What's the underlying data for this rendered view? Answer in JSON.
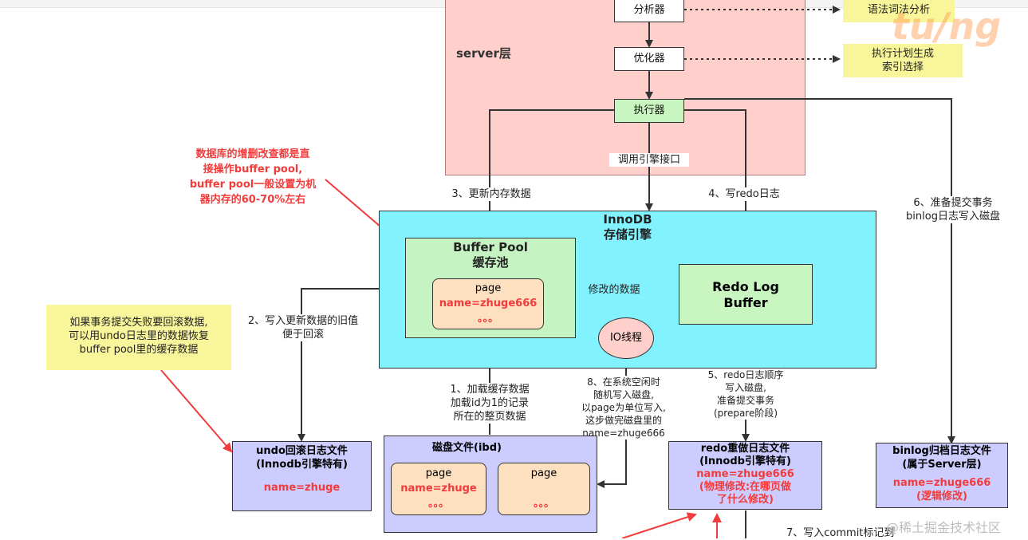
{
  "server": {
    "title": "server层",
    "analyzer": "分析器",
    "optimizer": "优化器",
    "executor": "执行器",
    "note_parse": "语法词法分析",
    "note_plan": [
      "执行计划生成",
      "索引选择"
    ],
    "call_engine": "调用引擎接口"
  },
  "notes": {
    "buffer_pool_note": [
      "数据库的增删改查都是直",
      "接操作buffer pool,",
      "buffer pool一般设置为机",
      "器内存的60-70%左右"
    ],
    "rollback_note": [
      "如果事务提交失败要回滚数据,",
      "可以用undo日志里的数据恢复",
      "buffer pool里的缓存数据"
    ]
  },
  "steps": {
    "s1": [
      "1、加载缓存数据",
      "加载id为1的记录",
      "所在的整页数据"
    ],
    "s2": [
      "2、写入更新数据的旧值",
      "便于回滚"
    ],
    "s3": "3、更新内存数据",
    "s4": "4、写redo日志",
    "s5": [
      "5、redo日志顺序",
      "写入磁盘,",
      "准备提交事务",
      "(prepare阶段)"
    ],
    "s6": [
      "6、准备提交事务",
      "binlog日志写入磁盘"
    ],
    "s7": "7、写入commit标记到",
    "s8": [
      "8、在系统空闲时",
      "随机写入磁盘,",
      "以page为单位写入,",
      "这步做完磁盘里的",
      "name=zhuge666"
    ]
  },
  "innodb": {
    "title": [
      "InnoDB",
      "存储引擎"
    ],
    "buffer_pool_title": [
      "Buffer Pool",
      "缓存池"
    ],
    "page_label": "page",
    "page_value": "name=zhuge666",
    "page_dots": "。。。",
    "modified_data": "修改的数据",
    "io_thread": "IO线程",
    "redo_buffer": [
      "Redo Log",
      "Buffer"
    ]
  },
  "files": {
    "undo": {
      "title": [
        "undo回滚日志文件",
        "(Innodb引擎特有)"
      ],
      "value": "name=zhuge"
    },
    "disk": {
      "title": "磁盘文件(ibd)",
      "page1_label": "page",
      "page1_value": "name=zhuge",
      "page1_dots": "。。。",
      "page2_label": "page",
      "page2_dots": "。。。"
    },
    "redo": {
      "title": [
        "redo重做日志文件",
        "(Innodb引擎特有)"
      ],
      "value": [
        "name=zhuge666",
        "(物理修改:在哪页做",
        "了什么修改)"
      ]
    },
    "binlog": {
      "title": [
        "binlog归档日志文件",
        "(属于Server层)"
      ],
      "value": [
        "name=zhuge666",
        "(逻辑修改)"
      ]
    }
  },
  "watermark": "@稀土掘金技术社区",
  "logo": "tu/ng",
  "colors": {
    "server": "#ffcfcc",
    "innodb": "#82f2ff",
    "green": "#c9f5c0",
    "file": "#ccccff",
    "page": "#fde0c0",
    "note": "#f8f59a",
    "red_text": "#f23b3b"
  }
}
